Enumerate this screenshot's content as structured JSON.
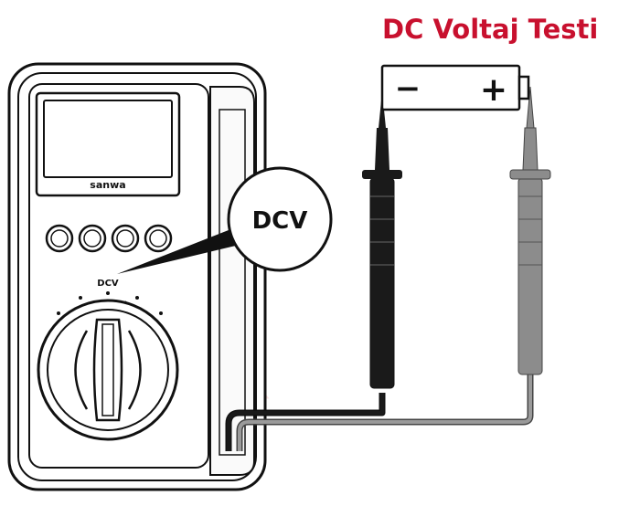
{
  "title": "DC Voltaj Testi",
  "brand_label": "sanwa",
  "dial_label": "DCV",
  "callout_label": "DCV",
  "battery": {
    "negative_symbol": "−",
    "positive_symbol": "+"
  },
  "colors": {
    "title": "#c8102e",
    "black_lead": "#1a1a1a",
    "red_lead": "#8c8c8c",
    "outline": "#111111",
    "watermark": "#f4c9c9"
  }
}
